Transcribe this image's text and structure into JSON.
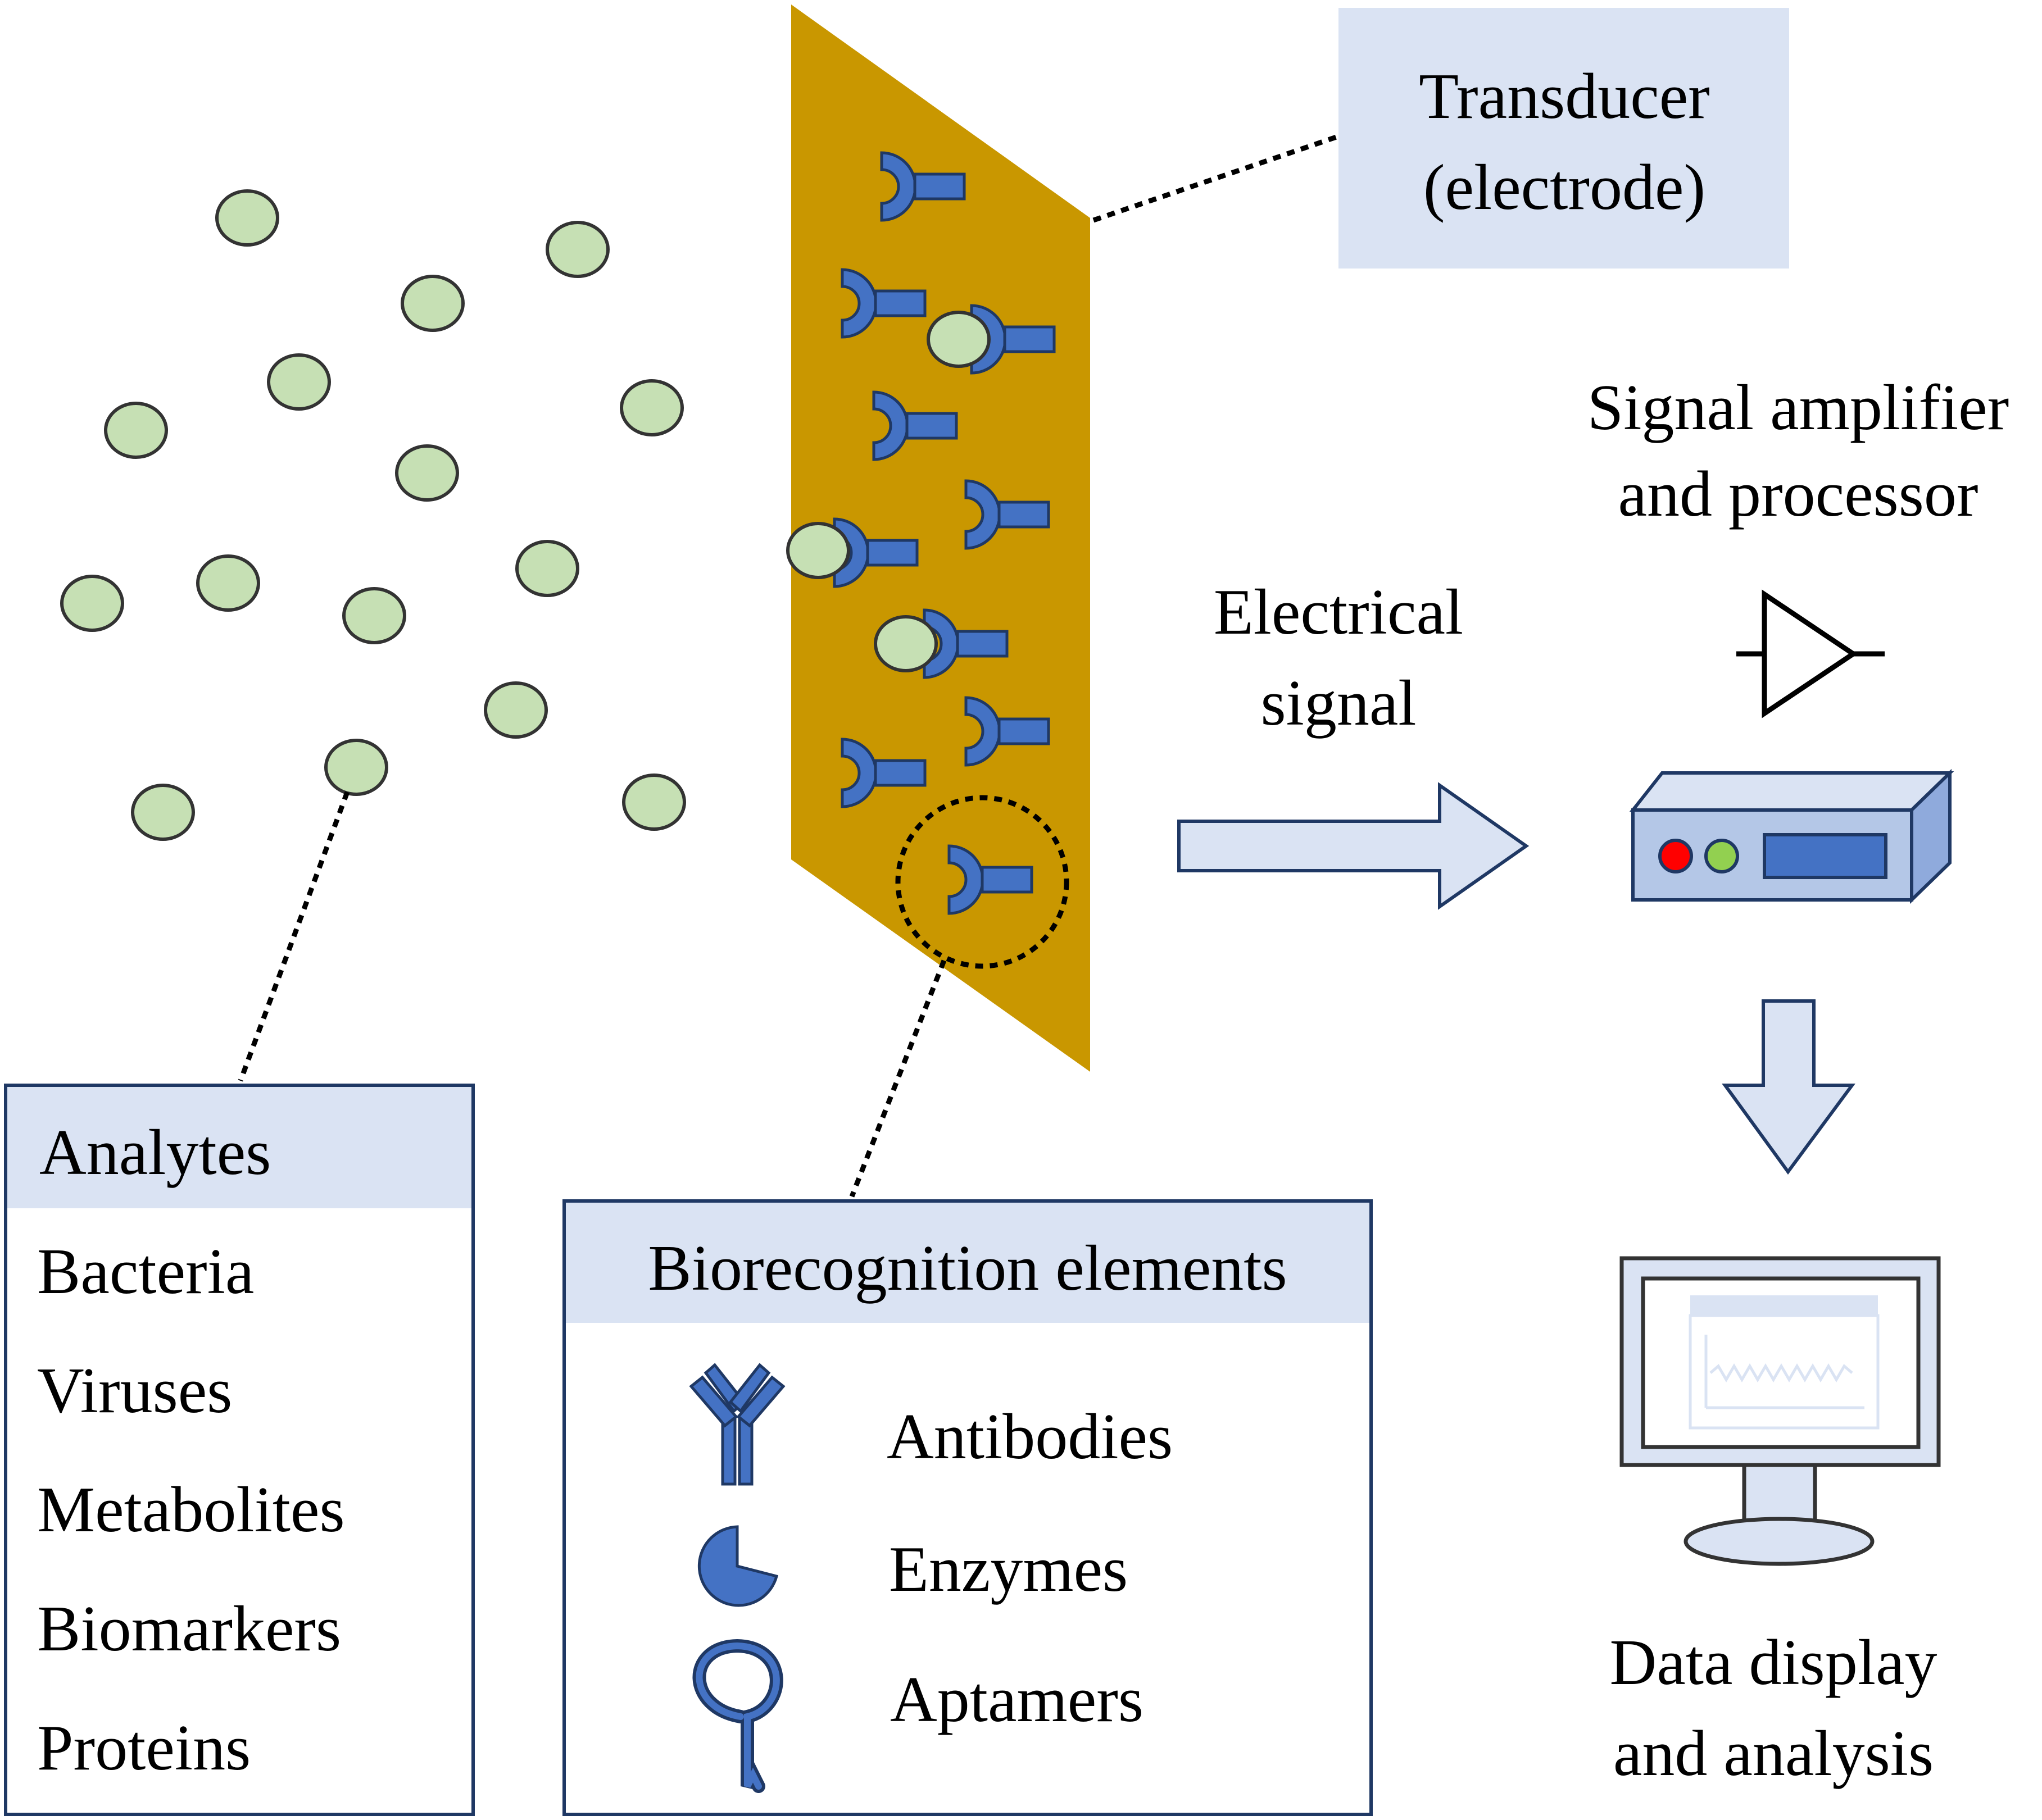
{
  "transducer_label": {
    "line1": "Transducer",
    "line2": "(electrode)"
  },
  "amplifier_label": {
    "line1": "Signal amplifier",
    "line2": "and processor"
  },
  "signal_label": {
    "line1": "Electrical",
    "line2": "signal"
  },
  "display_label": {
    "line1": "Data display",
    "line2": "and analysis"
  },
  "analytes_box": {
    "title": "Analytes",
    "items": [
      "Bacteria",
      "Viruses",
      "Metabolites",
      "Biomarkers",
      "Proteins"
    ]
  },
  "biorecognition_box": {
    "title": "Biorecognition elements",
    "items": [
      {
        "label": "Antibodies",
        "icon": "antibody-icon"
      },
      {
        "label": "Enzymes",
        "icon": "enzyme-icon"
      },
      {
        "label": "Aptamers",
        "icon": "aptamer-icon"
      }
    ]
  },
  "colors": {
    "electrode_gold": "#C99700",
    "analyte_green": "#C6E0B4",
    "receptor_blue": "#4472C4",
    "panel_fill": "#DAE3F3",
    "panel_border": "#1F3864",
    "device_fill": "#B4C7E7",
    "led_red": "#FF0000",
    "led_green": "#92D050"
  }
}
